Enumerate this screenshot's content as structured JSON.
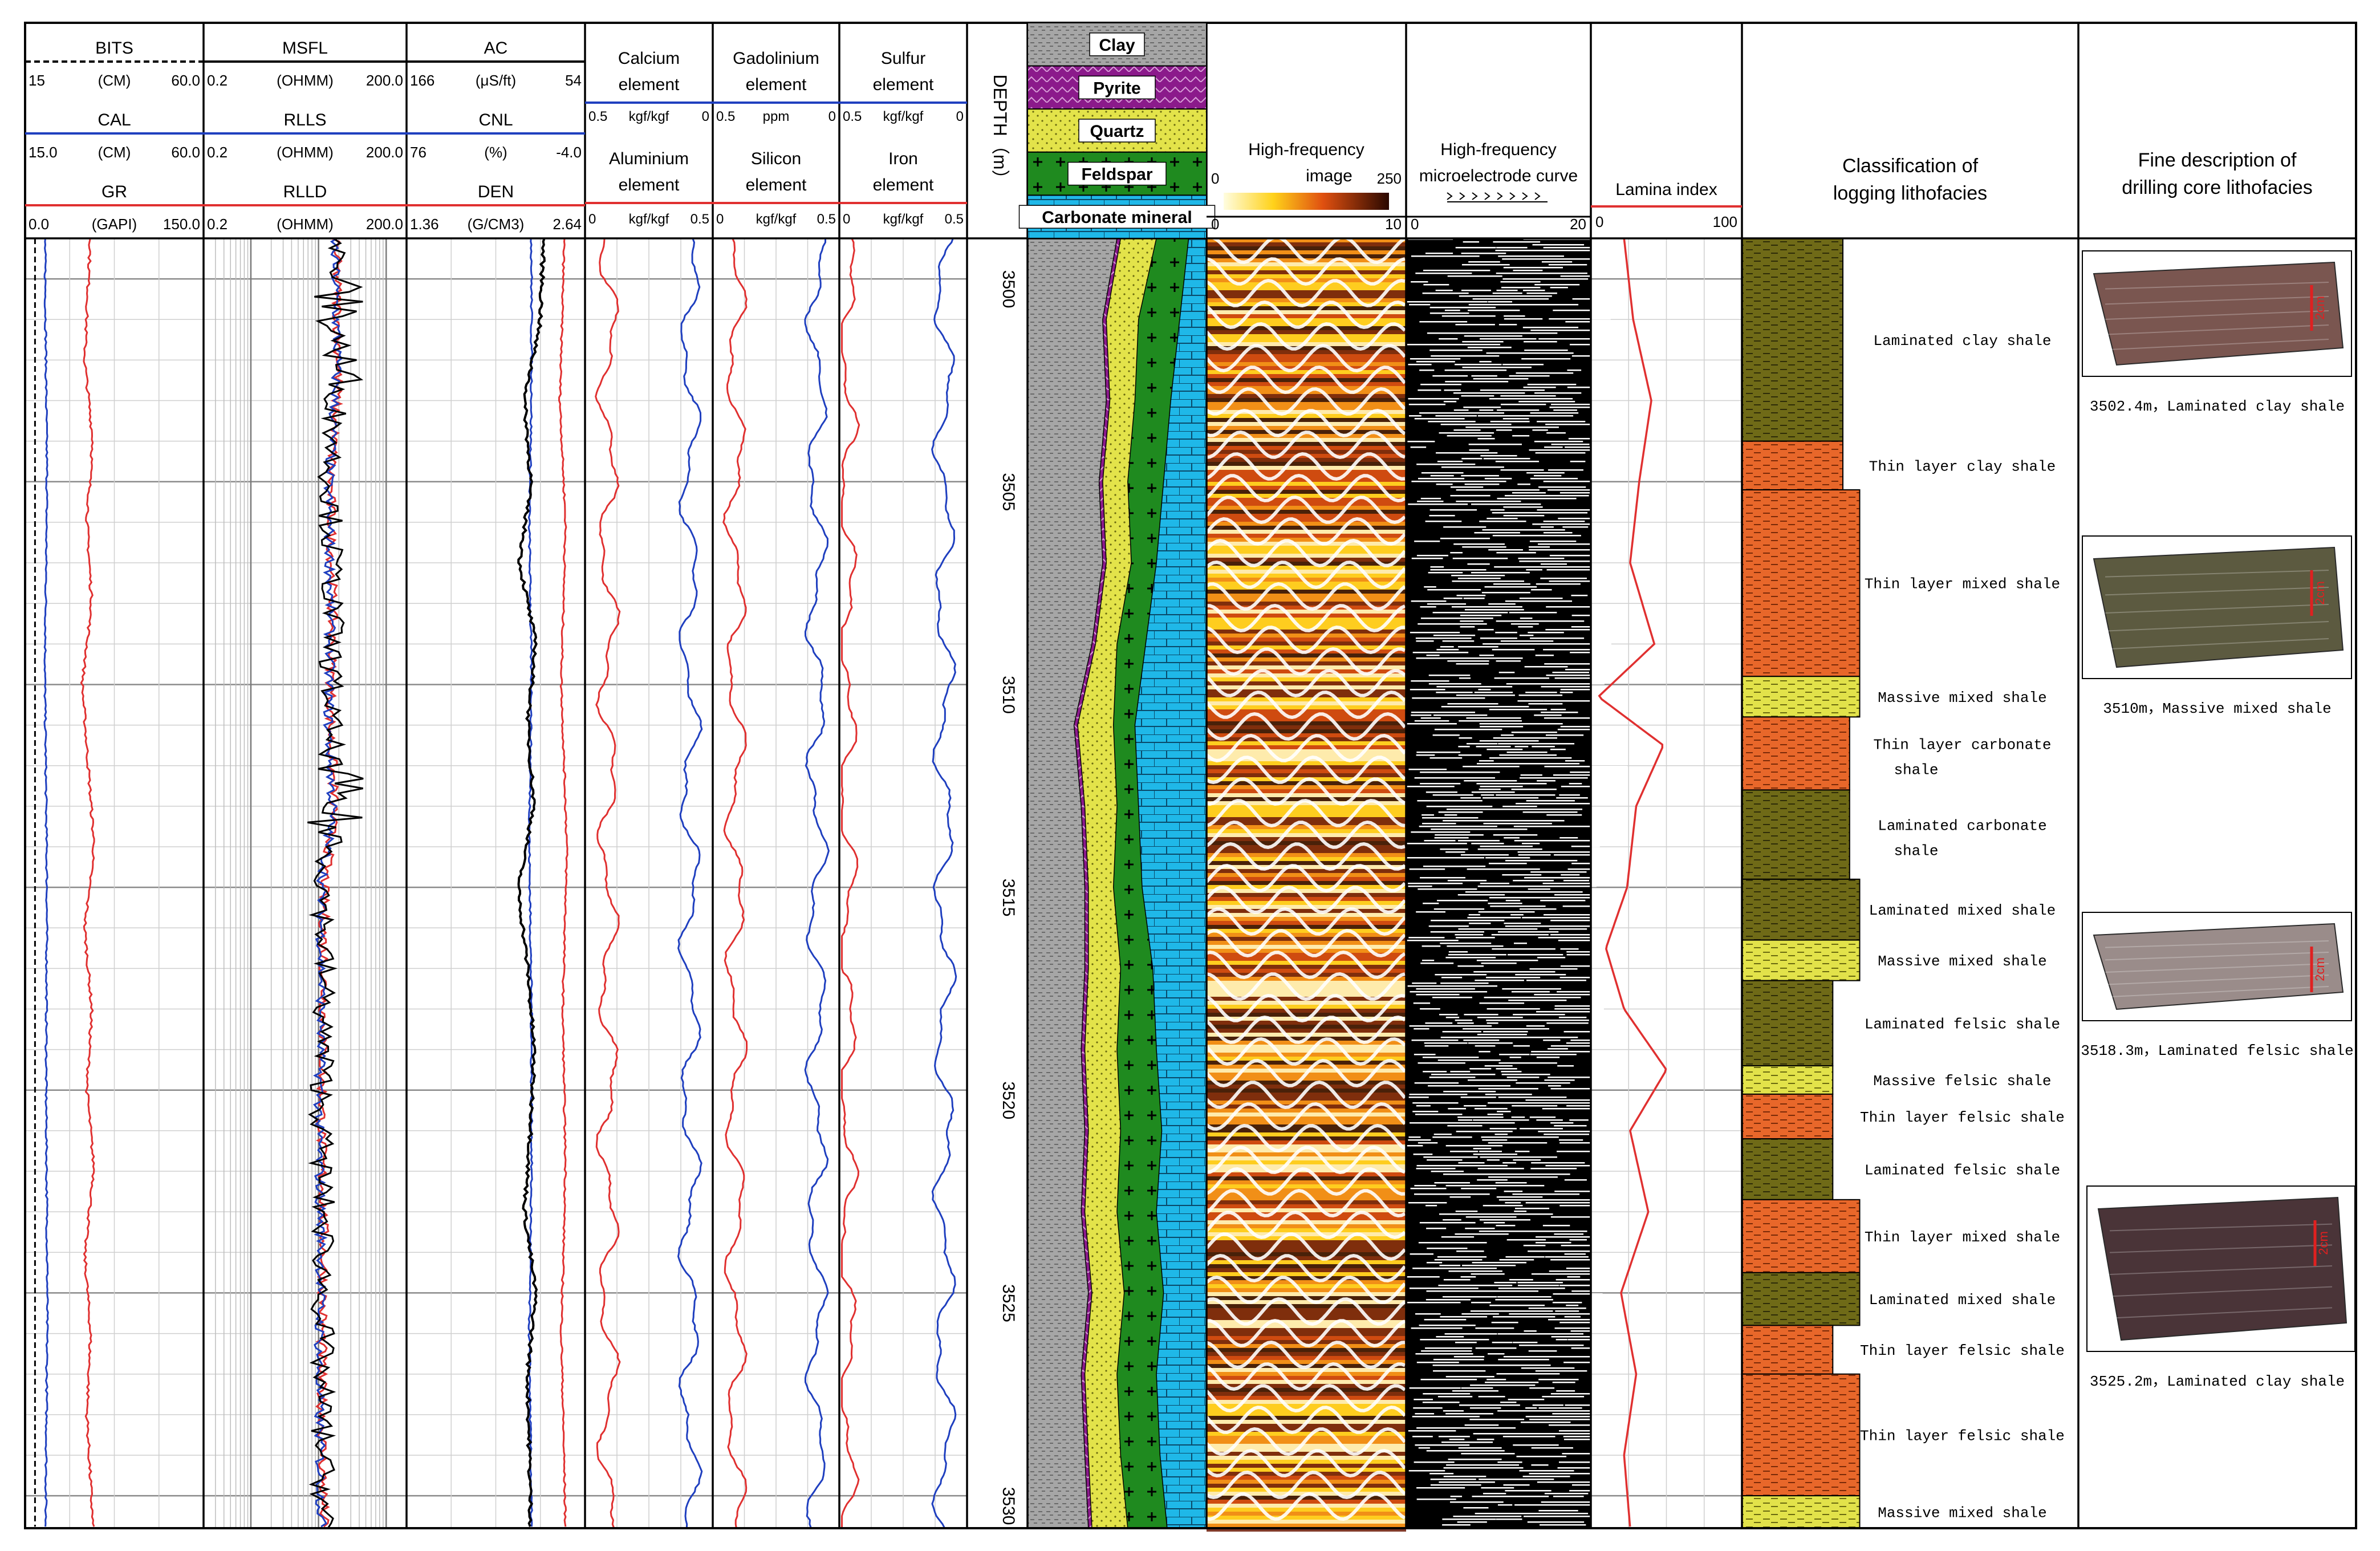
{
  "depth_track": {
    "header": "DEPTH（m）",
    "ticks": [
      "3500",
      "3505",
      "3510",
      "3515",
      "3520",
      "3525",
      "3530"
    ],
    "min": 3499.0,
    "max": 3530.8
  },
  "header_tracks": [
    {
      "rows": [
        {
          "name": "BITS",
          "left": "15",
          "unit": "(CM)",
          "right": "60.0",
          "color": "#000000",
          "dashed": true
        },
        {
          "name": "CAL",
          "left": "15.0",
          "unit": "(CM)",
          "right": "60.0",
          "color": "#1f3fbf"
        },
        {
          "name": "GR",
          "left": "0.0",
          "unit": "(GAPI)",
          "right": "150.0",
          "color": "#e03030"
        }
      ]
    },
    {
      "rows": [
        {
          "name": "MSFL",
          "left": "0.2",
          "unit": "(OHMM)",
          "right": "200.0",
          "color": "#000000"
        },
        {
          "name": "RLLS",
          "left": "0.2",
          "unit": "(OHMM)",
          "right": "200.0",
          "color": "#1f3fbf"
        },
        {
          "name": "RLLD",
          "left": "0.2",
          "unit": "(OHMM)",
          "right": "200.0",
          "color": "#e03030"
        }
      ]
    },
    {
      "rows": [
        {
          "name": "AC",
          "left": "166",
          "unit": "(μS/ft)",
          "right": "54",
          "color": "#000000"
        },
        {
          "name": "CNL",
          "left": "76",
          "unit": "(%)",
          "right": "-4.0",
          "color": "#1f3fbf"
        },
        {
          "name": "DEN",
          "left": "1.36",
          "unit": "(G/CM3)",
          "right": "2.64",
          "color": "#e03030"
        }
      ]
    }
  ],
  "element_tracks": [
    {
      "top": {
        "name_line1": "Calcium",
        "name_line2": "element",
        "left": "0.5",
        "unit": "kgf/kgf",
        "right": "0",
        "color": "#1f3fbf"
      },
      "bottom": {
        "name_line1": "Aluminium",
        "name_line2": "element",
        "left": "0",
        "unit": "kgf/kgf",
        "right": "0.5",
        "color": "#e03030"
      }
    },
    {
      "top": {
        "name_line1": "Gadolinium",
        "name_line2": "element",
        "left": "0.5",
        "unit": "ppm",
        "right": "0",
        "color": "#1f3fbf"
      },
      "bottom": {
        "name_line1": "Silicon",
        "name_line2": "element",
        "left": "0",
        "unit": "kgf/kgf",
        "right": "0.5",
        "color": "#e03030"
      }
    },
    {
      "top": {
        "name_line1": "Sulfur",
        "name_line2": "element",
        "left": "0.5",
        "unit": "kgf/kgf",
        "right": "0",
        "color": "#1f3fbf"
      },
      "bottom": {
        "name_line1": "Iron",
        "name_line2": "element",
        "left": "0",
        "unit": "kgf/kgf",
        "right": "0.5",
        "color": "#e03030"
      }
    }
  ],
  "mineral_legend": [
    {
      "label": "Clay",
      "color": "#a6a6a6"
    },
    {
      "label": "Pyrite",
      "color": "#8b1a8b"
    },
    {
      "label": "Quartz",
      "color": "#e3e34a"
    },
    {
      "label": "Feldspar",
      "color": "#1f8a1f"
    },
    {
      "label": "Carbonate mineral",
      "color": "#1fb8e8"
    }
  ],
  "image_track": {
    "title_line1": "High-frequency",
    "title_line2": "image",
    "scale_left": "0",
    "scale_right": "250",
    "scale_left_2": "0",
    "scale_right_2": "10"
  },
  "micro_track": {
    "title_line1": "High-frequency",
    "title_line2": "microelectrode curve",
    "scale_left": "0",
    "scale_right": "20"
  },
  "lamina_track": {
    "title": "Lamina index",
    "scale_left": "0",
    "scale_right": "100",
    "color": "#e03030"
  },
  "classification_track": {
    "title_line1": "Classification of",
    "title_line2": "logging lithofacies",
    "layers": [
      {
        "top": 3499.0,
        "base": 3504.0,
        "label_line1": "Laminated clay shale",
        "label_line2": "",
        "type": "laminated",
        "width": 0.3
      },
      {
        "top": 3504.0,
        "base": 3505.2,
        "label_line1": "Thin layer clay shale",
        "label_line2": "",
        "type": "thin",
        "width": 0.3
      },
      {
        "top": 3505.2,
        "base": 3509.8,
        "label_line1": "Thin layer mixed shale",
        "label_line2": "",
        "type": "thin",
        "width": 0.35
      },
      {
        "top": 3509.8,
        "base": 3510.8,
        "label_line1": "Massive mixed shale",
        "label_line2": "",
        "type": "massive",
        "width": 0.35
      },
      {
        "top": 3510.8,
        "base": 3512.6,
        "label_line1": "Thin layer carbonate",
        "label_line2": "shale",
        "type": "thin",
        "width": 0.32
      },
      {
        "top": 3512.6,
        "base": 3514.8,
        "label_line1": "Laminated carbonate",
        "label_line2": "shale",
        "type": "laminated",
        "width": 0.32
      },
      {
        "top": 3514.8,
        "base": 3516.3,
        "label_line1": "Laminated mixed shale",
        "label_line2": "",
        "type": "laminated",
        "width": 0.35
      },
      {
        "top": 3516.3,
        "base": 3517.3,
        "label_line1": "Massive mixed shale",
        "label_line2": "",
        "type": "massive",
        "width": 0.35
      },
      {
        "top": 3517.3,
        "base": 3519.4,
        "label_line1": "Laminated felsic shale",
        "label_line2": "",
        "type": "laminated",
        "width": 0.27
      },
      {
        "top": 3519.4,
        "base": 3520.1,
        "label_line1": "Massive felsic shale",
        "label_line2": "",
        "type": "massive",
        "width": 0.27
      },
      {
        "top": 3520.1,
        "base": 3521.2,
        "label_line1": "Thin layer felsic shale",
        "label_line2": "",
        "type": "thin",
        "width": 0.27
      },
      {
        "top": 3521.2,
        "base": 3522.7,
        "label_line1": "Laminated felsic shale",
        "label_line2": "",
        "type": "laminated",
        "width": 0.27
      },
      {
        "top": 3522.7,
        "base": 3524.5,
        "label_line1": "Thin layer mixed shale",
        "label_line2": "",
        "type": "thin",
        "width": 0.35
      },
      {
        "top": 3524.5,
        "base": 3525.8,
        "label_line1": "Laminated mixed shale",
        "label_line2": "",
        "type": "laminated",
        "width": 0.35
      },
      {
        "top": 3525.8,
        "base": 3527.0,
        "label_line1": "Thin layer felsic shale",
        "label_line2": "",
        "type": "thin",
        "width": 0.27
      },
      {
        "top": 3527.0,
        "base": 3530.0,
        "label_line1": "Thin layer felsic shale",
        "label_line2": "",
        "type": "thin",
        "width": 0.35
      },
      {
        "top": 3530.0,
        "base": 3530.8,
        "label_line1": "Massive mixed shale",
        "label_line2": "",
        "type": "massive",
        "width": 0.35
      }
    ]
  },
  "core_track": {
    "title_line1": "Fine description of",
    "title_line2": "drilling core lithofacies",
    "photos": [
      {
        "depth": 3502.4,
        "caption": "3502.4m，Laminated clay shale",
        "tone": "#7a5650",
        "scale_label": "2cm"
      },
      {
        "depth": 3510.0,
        "caption": "3510m，Massive mixed shale",
        "tone": "#5c5a40",
        "scale_label": "2cm"
      },
      {
        "depth": 3518.3,
        "caption": "3518.3m，Laminated felsic shale",
        "tone": "#9a8c8a",
        "scale_label": "2cm"
      },
      {
        "depth": 3525.2,
        "caption": "3525.2m，Laminated clay shale",
        "tone": "#4a3438",
        "scale_label": "2cm"
      }
    ]
  },
  "chart_data": {
    "type": "well-log",
    "depth_unit": "m",
    "depth_range": [
      3499.0,
      3530.8
    ],
    "series": [
      {
        "name": "BITS",
        "track": 0,
        "scale": [
          15,
          60
        ],
        "values_at_depths": [
          [
            3499,
            17.5
          ],
          [
            3530.8,
            17.5
          ]
        ]
      },
      {
        "name": "CAL",
        "track": 0,
        "scale": [
          15,
          60
        ],
        "values_at_depths": [
          [
            3499,
            20
          ],
          [
            3505,
            20.5
          ],
          [
            3510,
            20
          ],
          [
            3515,
            20.5
          ],
          [
            3520,
            20.3
          ],
          [
            3525,
            20.6
          ],
          [
            3530.8,
            20.2
          ]
        ]
      },
      {
        "name": "GR",
        "track": 0,
        "scale": [
          0,
          150
        ],
        "values_at_depths": [
          [
            3499,
            55
          ],
          [
            3502,
            50
          ],
          [
            3504,
            57
          ],
          [
            3506,
            52
          ],
          [
            3508,
            56
          ],
          [
            3510,
            48
          ],
          [
            3512,
            53
          ],
          [
            3514,
            58
          ],
          [
            3516,
            50
          ],
          [
            3518,
            56
          ],
          [
            3520,
            52
          ],
          [
            3522,
            58
          ],
          [
            3524,
            50
          ],
          [
            3526,
            55
          ],
          [
            3528,
            52
          ],
          [
            3530.8,
            57
          ]
        ]
      },
      {
        "name": "RLLD",
        "track": 1,
        "scale": [
          0.2,
          200
        ],
        "log": true,
        "values_at_depths": [
          [
            3499,
            18
          ],
          [
            3502,
            20
          ],
          [
            3505,
            15
          ],
          [
            3508,
            16
          ],
          [
            3511,
            15
          ],
          [
            3513,
            17
          ],
          [
            3515,
            12
          ],
          [
            3518,
            12
          ],
          [
            3521,
            11
          ],
          [
            3524,
            12
          ],
          [
            3527,
            11
          ],
          [
            3530.8,
            12
          ]
        ]
      },
      {
        "name": "RLLS",
        "track": 1,
        "scale": [
          0.2,
          200
        ],
        "log": true,
        "values_at_depths": [
          [
            3499,
            17
          ],
          [
            3502,
            19
          ],
          [
            3505,
            14
          ],
          [
            3508,
            15
          ],
          [
            3511,
            14
          ],
          [
            3513,
            16
          ],
          [
            3515,
            11
          ],
          [
            3518,
            11
          ],
          [
            3521,
            10
          ],
          [
            3524,
            11
          ],
          [
            3527,
            10
          ],
          [
            3530.8,
            11
          ]
        ]
      },
      {
        "name": "CNL",
        "track": 2,
        "scale": [
          76,
          -4
        ],
        "values_at_depths": [
          [
            3499,
            20
          ],
          [
            3503,
            20
          ],
          [
            3506,
            21
          ],
          [
            3510,
            20
          ],
          [
            3514,
            21
          ],
          [
            3518,
            20
          ],
          [
            3522,
            20
          ],
          [
            3526,
            21
          ],
          [
            3530.8,
            20
          ]
        ]
      },
      {
        "name": "DEN",
        "track": 2,
        "scale": [
          1.36,
          2.64
        ],
        "values_at_depths": [
          [
            3499,
            2.49
          ],
          [
            3503,
            2.46
          ],
          [
            3506,
            2.5
          ],
          [
            3510,
            2.47
          ],
          [
            3514,
            2.51
          ],
          [
            3518,
            2.48
          ],
          [
            3522,
            2.5
          ],
          [
            3526,
            2.47
          ],
          [
            3530.8,
            2.5
          ]
        ]
      },
      {
        "name": "AC",
        "track": 2,
        "scale": [
          166,
          54
        ],
        "values_at_depths": [
          [
            3499,
            80
          ],
          [
            3501,
            82
          ],
          [
            3503,
            92
          ],
          [
            3505,
            88
          ],
          [
            3507,
            95
          ],
          [
            3509,
            85
          ],
          [
            3511,
            90
          ],
          [
            3513,
            86
          ],
          [
            3515,
            96
          ],
          [
            3517,
            90
          ],
          [
            3519,
            86
          ],
          [
            3521,
            88
          ],
          [
            3523,
            92
          ],
          [
            3525,
            85
          ],
          [
            3527,
            90
          ],
          [
            3530.8,
            88
          ]
        ]
      }
    ],
    "lamina_index": [
      [
        3499,
        22
      ],
      [
        3501,
        28
      ],
      [
        3503,
        40
      ],
      [
        3505,
        32
      ],
      [
        3507,
        26
      ],
      [
        3509,
        42
      ],
      [
        3510.3,
        5
      ],
      [
        3511.5,
        48
      ],
      [
        3513,
        30
      ],
      [
        3515,
        24
      ],
      [
        3516.5,
        10
      ],
      [
        3518,
        22
      ],
      [
        3519.5,
        50
      ],
      [
        3521,
        26
      ],
      [
        3523,
        38
      ],
      [
        3525,
        20
      ],
      [
        3527,
        30
      ],
      [
        3529,
        22
      ],
      [
        3530.8,
        26
      ]
    ],
    "mineral_boundaries": {
      "clay_right": [
        [
          3499,
          0.5
        ],
        [
          3501,
          0.42
        ],
        [
          3503,
          0.44
        ],
        [
          3505,
          0.4
        ],
        [
          3507,
          0.42
        ],
        [
          3509,
          0.36
        ],
        [
          3511,
          0.26
        ],
        [
          3513,
          0.3
        ],
        [
          3515,
          0.32
        ],
        [
          3517,
          0.32
        ],
        [
          3519,
          0.3
        ],
        [
          3521,
          0.32
        ],
        [
          3523,
          0.3
        ],
        [
          3525,
          0.34
        ],
        [
          3527,
          0.3
        ],
        [
          3529,
          0.32
        ],
        [
          3530.8,
          0.34
        ]
      ],
      "pyrite_right": [
        [
          3499,
          0.52
        ],
        [
          3501,
          0.44
        ],
        [
          3503,
          0.46
        ],
        [
          3505,
          0.42
        ],
        [
          3507,
          0.44
        ],
        [
          3509,
          0.38
        ],
        [
          3511,
          0.28
        ],
        [
          3513,
          0.32
        ],
        [
          3515,
          0.34
        ],
        [
          3517,
          0.34
        ],
        [
          3519,
          0.32
        ],
        [
          3521,
          0.34
        ],
        [
          3523,
          0.32
        ],
        [
          3525,
          0.36
        ],
        [
          3527,
          0.32
        ],
        [
          3529,
          0.34
        ],
        [
          3530.8,
          0.36
        ]
      ],
      "quartz_right": [
        [
          3499,
          0.72
        ],
        [
          3501,
          0.62
        ],
        [
          3503,
          0.6
        ],
        [
          3505,
          0.56
        ],
        [
          3507,
          0.58
        ],
        [
          3509,
          0.5
        ],
        [
          3511,
          0.48
        ],
        [
          3513,
          0.5
        ],
        [
          3515,
          0.48
        ],
        [
          3517,
          0.52
        ],
        [
          3519,
          0.5
        ],
        [
          3521,
          0.52
        ],
        [
          3523,
          0.5
        ],
        [
          3525,
          0.54
        ],
        [
          3527,
          0.5
        ],
        [
          3529,
          0.52
        ],
        [
          3530.8,
          0.56
        ]
      ],
      "feldspar_right": [
        [
          3499,
          0.9
        ],
        [
          3501,
          0.85
        ],
        [
          3503,
          0.8
        ],
        [
          3505,
          0.76
        ],
        [
          3507,
          0.72
        ],
        [
          3509,
          0.66
        ],
        [
          3511,
          0.6
        ],
        [
          3513,
          0.62
        ],
        [
          3515,
          0.64
        ],
        [
          3517,
          0.7
        ],
        [
          3519,
          0.72
        ],
        [
          3521,
          0.75
        ],
        [
          3523,
          0.72
        ],
        [
          3525,
          0.76
        ],
        [
          3527,
          0.72
        ],
        [
          3529,
          0.74
        ],
        [
          3530.8,
          0.78
        ]
      ]
    }
  }
}
